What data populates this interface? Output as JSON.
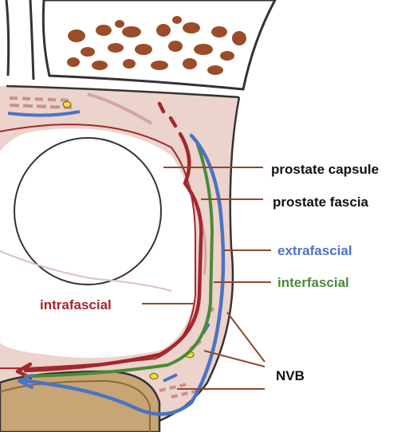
{
  "labels": {
    "prostate_capsule": "prostate capsule",
    "prostate_fascia": "prostate fascia",
    "extrafascial": "extrafascial",
    "interfascial": "interfascial",
    "intrafascial": "intrafascial",
    "nvb": "NVB"
  },
  "colors": {
    "text_black": "#111111",
    "extrafascial": "#4a74c4",
    "interfascial": "#4a8a36",
    "intrafascial": "#a3272c",
    "leader": "#8b4a2f",
    "tissue": "#ecd3cc",
    "bone_spot": "#9b4d2a",
    "rectum": "#c7a574"
  }
}
